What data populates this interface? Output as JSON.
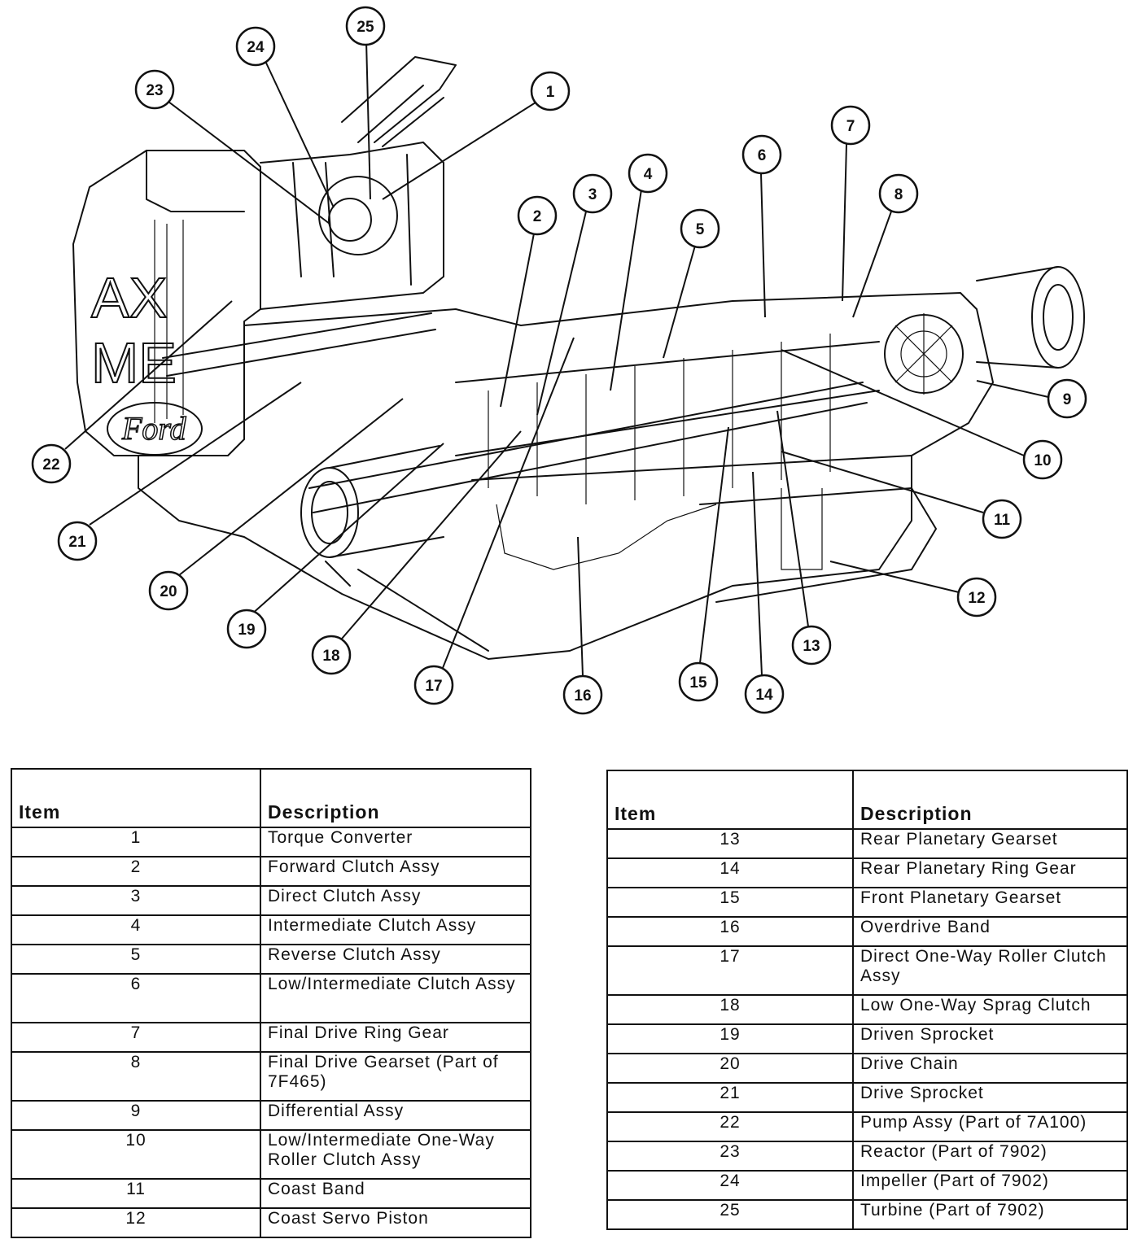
{
  "callouts": [
    "1",
    "2",
    "3",
    "4",
    "5",
    "6",
    "7",
    "8",
    "9",
    "10",
    "11",
    "12",
    "13",
    "14",
    "15",
    "16",
    "17",
    "18",
    "19",
    "20",
    "21",
    "22",
    "23",
    "24",
    "25"
  ],
  "drawing_text": {
    "ax": "AX",
    "me": "ME",
    "logo": "Ford"
  },
  "table_left": {
    "header_item": "Item",
    "header_description": "Description",
    "rows": [
      {
        "item": "1",
        "description": "Torque Converter"
      },
      {
        "item": "2",
        "description": "Forward Clutch Assy"
      },
      {
        "item": "3",
        "description": "Direct Clutch Assy"
      },
      {
        "item": "4",
        "description": "Intermediate Clutch Assy"
      },
      {
        "item": "5",
        "description": "Reverse Clutch Assy"
      },
      {
        "item": "6",
        "description": "Low/Intermediate Clutch Assy"
      },
      {
        "item": "7",
        "description": "Final Drive Ring Gear"
      },
      {
        "item": "8",
        "description": "Final Drive Gearset (Part of 7F465)"
      },
      {
        "item": "9",
        "description": "Differential Assy"
      },
      {
        "item": "10",
        "description": "Low/Intermediate One-Way Roller Clutch Assy"
      },
      {
        "item": "11",
        "description": "Coast Band"
      },
      {
        "item": "12",
        "description": "Coast Servo Piston"
      }
    ]
  },
  "table_right": {
    "header_item": "Item",
    "header_description": "Description",
    "rows": [
      {
        "item": "13",
        "description": "Rear Planetary Gearset"
      },
      {
        "item": "14",
        "description": "Rear Planetary Ring Gear"
      },
      {
        "item": "15",
        "description": "Front Planetary Gearset"
      },
      {
        "item": "16",
        "description": "Overdrive Band"
      },
      {
        "item": "17",
        "description": "Direct One-Way Roller Clutch Assy"
      },
      {
        "item": "18",
        "description": "Low One-Way Sprag Clutch"
      },
      {
        "item": "19",
        "description": "Driven Sprocket"
      },
      {
        "item": "20",
        "description": "Drive Chain"
      },
      {
        "item": "21",
        "description": "Drive Sprocket"
      },
      {
        "item": "22",
        "description": "Pump Assy (Part of 7A100)"
      },
      {
        "item": "23",
        "description": "Reactor (Part of 7902)"
      },
      {
        "item": "24",
        "description": "Impeller (Part of 7902)"
      },
      {
        "item": "25",
        "description": "Turbine (Part of 7902)"
      }
    ]
  }
}
